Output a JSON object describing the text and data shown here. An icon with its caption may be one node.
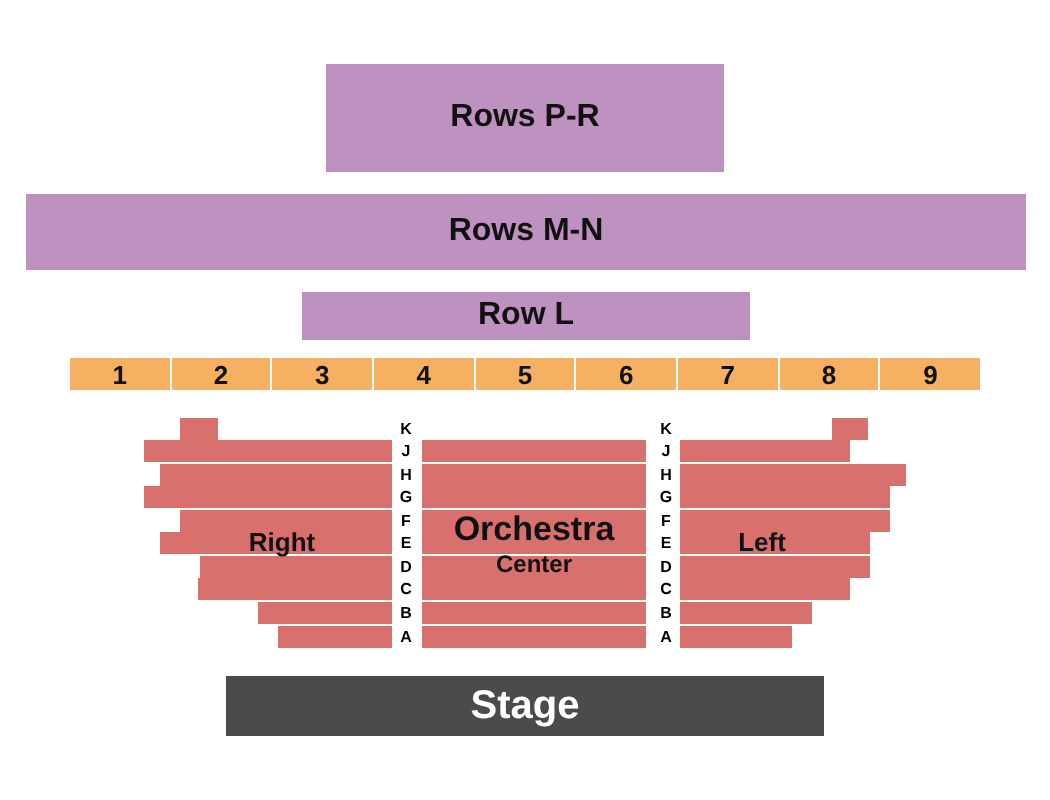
{
  "diagram": {
    "nodes": [
      {
        "text": [
          "Rows P-R"
        ]
      },
      {
        "text": [
          "Rows M-N"
        ]
      },
      {
        "text": [
          "Row L"
        ]
      },
      {
        "text": [
          "1"
        ]
      },
      {
        "text": [
          "2"
        ]
      },
      {
        "text": [
          "3"
        ]
      },
      {
        "text": [
          "4"
        ]
      },
      {
        "text": [
          "5"
        ]
      },
      {
        "text": [
          "6"
        ]
      },
      {
        "text": [
          "7"
        ]
      },
      {
        "text": [
          "8"
        ]
      },
      {
        "text": [
          "9"
        ]
      },
      {
        "text": [
          "Right"
        ]
      },
      {
        "text": [
          "Orchestra",
          "Center"
        ]
      },
      {
        "text": [
          "Left"
        ]
      },
      {
        "text": [
          "Stage"
        ]
      }
    ],
    "edges": [],
    "labels": [
      "K",
      "J",
      "H",
      "G",
      "F",
      "E",
      "D",
      "C",
      "B",
      "A",
      "K",
      "J",
      "H",
      "G",
      "F",
      "E",
      "D",
      "C",
      "B",
      "A"
    ]
  }
}
